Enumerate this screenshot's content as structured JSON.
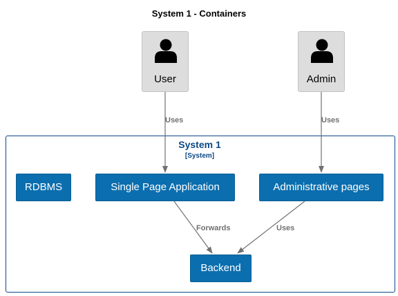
{
  "diagram": {
    "title": "System 1 - Containers"
  },
  "persons": {
    "user": {
      "label": "User"
    },
    "admin": {
      "label": "Admin"
    }
  },
  "system": {
    "name": "System 1",
    "type": "[System]"
  },
  "containers": {
    "rdbms": {
      "label": "RDBMS"
    },
    "spa": {
      "label": "Single Page Application"
    },
    "admin_pages": {
      "label": "Administrative pages"
    },
    "backend": {
      "label": "Backend"
    }
  },
  "relations": {
    "user_spa": "Uses",
    "admin_pages": "Uses",
    "spa_backend": "Forwards",
    "admin_backend": "Uses"
  },
  "colors": {
    "container_fill": "#0b6eae",
    "boundary_stroke": "#0b4884",
    "person_fill": "#dddddd",
    "edge_stroke": "#707070"
  }
}
